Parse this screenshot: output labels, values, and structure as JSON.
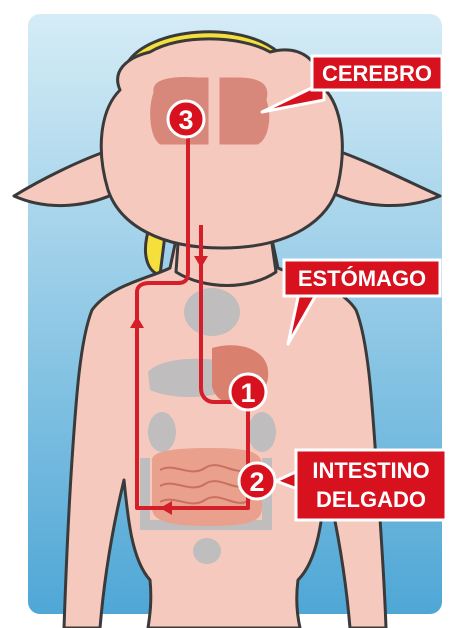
{
  "colors": {
    "sky_top": "#cfe8f4",
    "sky_bottom": "#5fb0d9",
    "skin": "#f6c9be",
    "skin_shadow": "#eab1a5",
    "outline": "#3a3a3a",
    "hair": "#f5df3a",
    "brain": "#d8887a",
    "stomach": "#d9806f",
    "intestine": "#e9a08d",
    "organs_gray": "#bdbdbd",
    "path_red": "#d41e2a",
    "label_bg": "#d7111e",
    "label_text": "#ffffff"
  },
  "labels": {
    "brain": "CEREBRO",
    "stomach": "ESTÓMAGO",
    "intestine_line1": "INTESTINO",
    "intestine_line2": "DELGADO"
  },
  "steps": {
    "stomach": "1",
    "intestine": "2",
    "brain": "3"
  }
}
